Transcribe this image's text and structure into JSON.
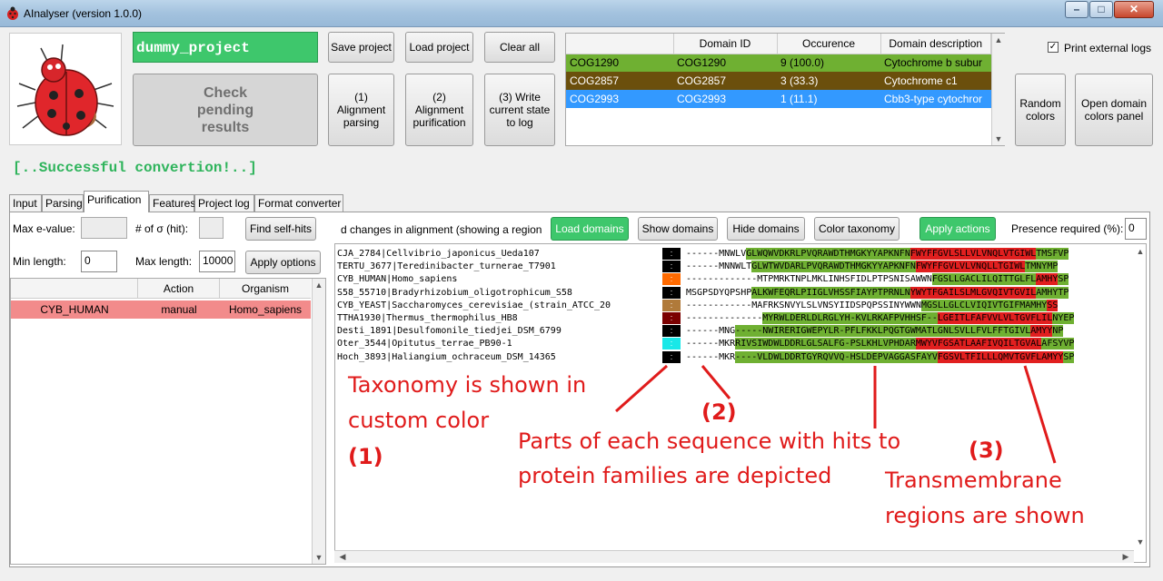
{
  "window": {
    "title": "AInalyser (version 1.0.0)"
  },
  "top": {
    "project_name": "dummy_project",
    "check_label": "Check pending results",
    "save_project": "Save project",
    "load_project": "Load project",
    "clear_all": "Clear all",
    "step1": "(1) Alignment parsing",
    "step2": "(2) Alignment purification",
    "step3": "(3) Write current state to log",
    "status_message": "[..Successful convertion!..]",
    "print_logs_label": "Print external logs",
    "random_colors": "Random colors",
    "open_domain_colors": "Open domain colors panel"
  },
  "domains_table": {
    "columns": [
      "",
      "Domain ID",
      "Occurence",
      "Domain description"
    ],
    "rows": [
      {
        "id": "COG1290",
        "domain_id": "COG1290",
        "occ": "9 (100.0)",
        "desc": "Cytochrome b subur",
        "bg": "#6fb032",
        "fg": "#000000"
      },
      {
        "id": "COG2857",
        "domain_id": "COG2857",
        "occ": "3 (33.3)",
        "desc": "Cytochrome c1",
        "bg": "#6b4f0c",
        "fg": "#ffffff"
      },
      {
        "id": "COG2993",
        "domain_id": "COG2993",
        "occ": "1 (11.1)",
        "desc": "Cbb3-type cytochror",
        "bg": "#3399ff",
        "fg": "#ffffff"
      }
    ]
  },
  "tabs": [
    "Input",
    "Parsing",
    "Purification",
    "Features",
    "Project log",
    "Format converter"
  ],
  "active_tab": "Purification",
  "purification": {
    "max_evalue_label": "Max e-value:",
    "sigma_label": "# of σ (hit):",
    "find_self_hits": "Find self-hits",
    "min_length_label": "Min length:",
    "min_length_value": "0",
    "max_length_label": "Max length:",
    "max_length_value": "10000",
    "apply_options": "Apply options",
    "list_columns": [
      "",
      "Action",
      "Organism"
    ],
    "list_rows": [
      {
        "name": "CYB_HUMAN",
        "action": "manual",
        "organism": "Homo_sapiens"
      }
    ]
  },
  "alignment_toolbar": {
    "info": "d changes in alignment (showing a region",
    "load_domains": "Load domains",
    "show_domains": "Show domains",
    "hide_domains": "Hide domains",
    "color_taxonomy": "Color taxonomy",
    "apply_actions": "Apply actions",
    "presence_label": "Presence required (%):",
    "presence_value": "0"
  },
  "sequences": [
    {
      "name": "CJA_2784|Cellvibrio_japonicus_Ueda107",
      "tax": "#000000",
      "prefix": "------MNWLV",
      "green": "GLWQWVDKRLPVQRAWDTHMGKYYAPKNFN",
      "red": "FWYFFGVLSLLVLVNQLVTGIWL",
      "tail": "TMSFVP"
    },
    {
      "name": "TERTU_3677|Teredinibacter_turnerae_T7901",
      "tax": "#000000",
      "prefix": "------MNNWLT",
      "green": "GLWTWVDARLPVQRAWDTHMGKYYAPKNFN",
      "red": "FWYFFGVLVLVNQLLTGIWL",
      "tail": "TMNYMP"
    },
    {
      "name": "CYB_HUMAN|Homo_sapiens",
      "tax": "#ff6a00",
      "prefix": "-------------MTP",
      "white": "MRKTNPLMKLINHSFIDLPTPSNISAWWN",
      "green": "FGSLLGACLILQITTGLFL",
      "red": "AMHY",
      "tail": "SP"
    },
    {
      "name": "S58_55710|Bradyrhizobium_oligotrophicum_S58",
      "tax": "#000000",
      "prefix": "MSGPSDYQPSHP",
      "green": "ALKWFEQRLPIIGLVHSSFIAYPTPRNLN",
      "red": "YWYTFGAILSLMLGVQIVTGVIL",
      "tail": "AMHYTP"
    },
    {
      "name": "CYB_YEAST|Saccharomyces_cerevisiae_(strain_ATCC_20",
      "tax": "#b07a3a",
      "prefix": "------------MAFRKSNVYLSLVNSYI",
      "white": "IDSPQPSSINYWWN",
      "green": "MGSLLGLCLVIQIVTGIFMAMHY",
      "red": "SS",
      "tail": ""
    },
    {
      "name": "TTHA1930|Thermus_thermophilus_HB8",
      "tax": "#7a0000",
      "prefix": "--------------",
      "green": "MYRWLDERLDLRGLYH-KVLRKAFPVHHSF--",
      "red": "LGEITLFAFVVLVLTGVFLIL",
      "tail": "NYEP"
    },
    {
      "name": "Desti_1891|Desulfomonile_tiedjei_DSM_6799",
      "tax": "#000000",
      "prefix": "------MNG",
      "green": "-----NWIRERIGWEPYLR-PFLFKKLPQGTGWMATLGNLSVLLFVLFFTGIVL",
      "red": "AMYY",
      "tail": "NP"
    },
    {
      "name": "Oter_3544|Opitutus_terrae_PB90-1",
      "tax": "#19e8e8",
      "prefix": "------MKR",
      "green": "RIVSIWDWLDDRLGLSALFG-PSLKHLVPHDAR",
      "red": "MWYVFGSATLAAFIVQILTGVAL",
      "tail": "AFSYVP"
    },
    {
      "name": "Hoch_3893|Haliangium_ochraceum_DSM_14365",
      "tax": "#000000",
      "prefix": "------MKR",
      "green": "----VLDWLDDRTGYRQVVQ-HSLDEPVAGGASFAYV",
      "red": "FGSVLTFILLLQMVTGVFLAMYY",
      "tail": "SP"
    }
  ],
  "annotations": {
    "taxonomy_line1": "Taxonomy is shown in",
    "taxonomy_line2": "custom color",
    "num1": "(1)",
    "num2": "(2)",
    "parts_line1": "Parts of each sequence with hits to",
    "parts_line2": "protein families are depicted",
    "num3": "(3)",
    "tm_line1": "Transmembrane",
    "tm_line2": "regions are shown"
  }
}
